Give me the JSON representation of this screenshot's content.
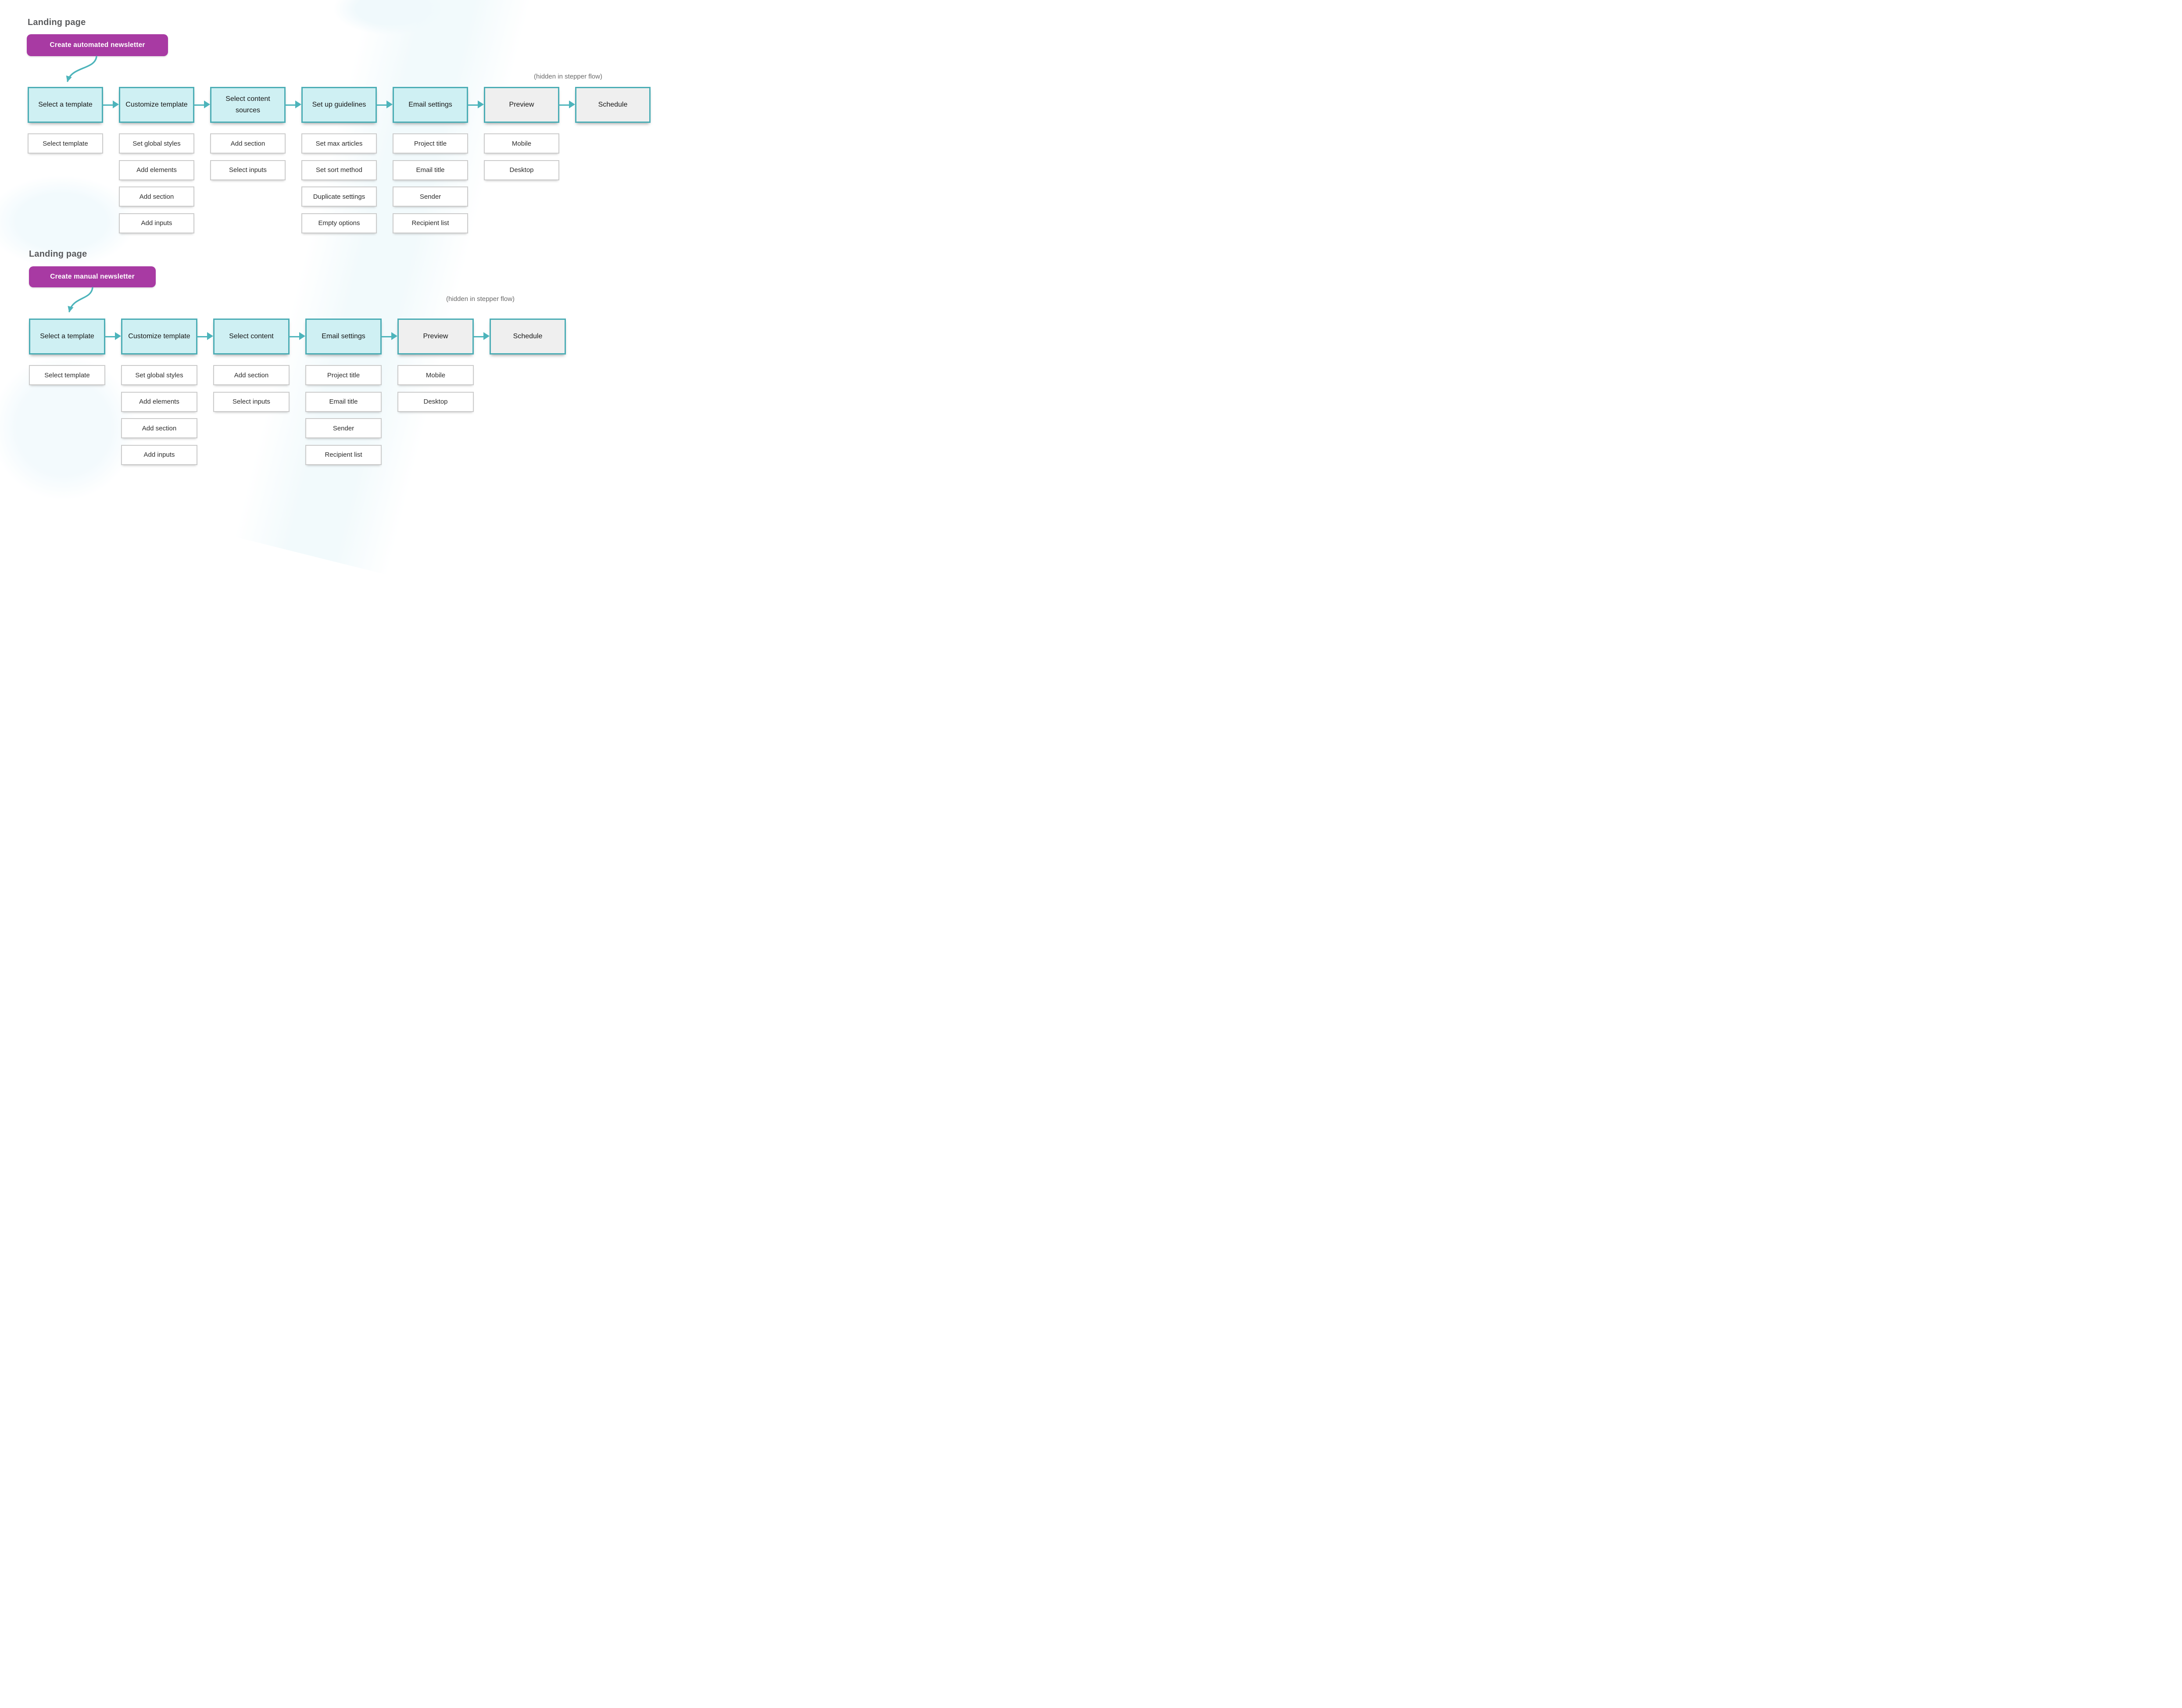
{
  "flows": [
    {
      "section_title": "Landing page",
      "cta_label": "Create automated newsletter",
      "hidden_note": "(hidden in stepper flow)",
      "steps": [
        {
          "label": "Select a template",
          "style": "highlight",
          "substeps": [
            "Select template"
          ]
        },
        {
          "label": "Customize template",
          "style": "highlight",
          "substeps": [
            "Set global styles",
            "Add elements",
            "Add section",
            "Add inputs"
          ]
        },
        {
          "label": "Select content sources",
          "style": "highlight",
          "substeps": [
            "Add section",
            "Select inputs"
          ]
        },
        {
          "label": "Set up guidelines",
          "style": "highlight",
          "substeps": [
            "Set max articles",
            "Set sort method",
            "Duplicate settings",
            "Empty options"
          ]
        },
        {
          "label": "Email settings",
          "style": "highlight",
          "substeps": [
            "Project title",
            "Email title",
            "Sender",
            "Recipient list"
          ]
        },
        {
          "label": "Preview",
          "style": "muted",
          "substeps": [
            "Mobile",
            "Desktop"
          ]
        },
        {
          "label": "Schedule",
          "style": "muted",
          "substeps": []
        }
      ]
    },
    {
      "section_title": "Landing page",
      "cta_label": "Create manual newsletter",
      "hidden_note": "(hidden in stepper flow)",
      "steps": [
        {
          "label": "Select a template",
          "style": "highlight",
          "substeps": [
            "Select template"
          ]
        },
        {
          "label": "Customize template",
          "style": "highlight",
          "substeps": [
            "Set global styles",
            "Add elements",
            "Add section",
            "Add inputs"
          ]
        },
        {
          "label": "Select content",
          "style": "highlight",
          "substeps": [
            "Add section",
            "Select inputs"
          ]
        },
        {
          "label": "Email settings",
          "style": "highlight",
          "substeps": [
            "Project title",
            "Email title",
            "Sender",
            "Recipient list"
          ]
        },
        {
          "label": "Preview",
          "style": "muted",
          "substeps": [
            "Mobile",
            "Desktop"
          ]
        },
        {
          "label": "Schedule",
          "style": "muted",
          "substeps": []
        }
      ]
    }
  ],
  "colors": {
    "cta_background": "#a83aa3",
    "cta_text": "#ffffff",
    "step_fill": "#cff0f3",
    "step_border": "#4badb5",
    "muted_step_fill": "#efefef",
    "arrow": "#4db4bb",
    "substep_border": "#cbcbcb",
    "section_title_text": "#595a5c",
    "hidden_note_text": "#6a6a6a"
  }
}
